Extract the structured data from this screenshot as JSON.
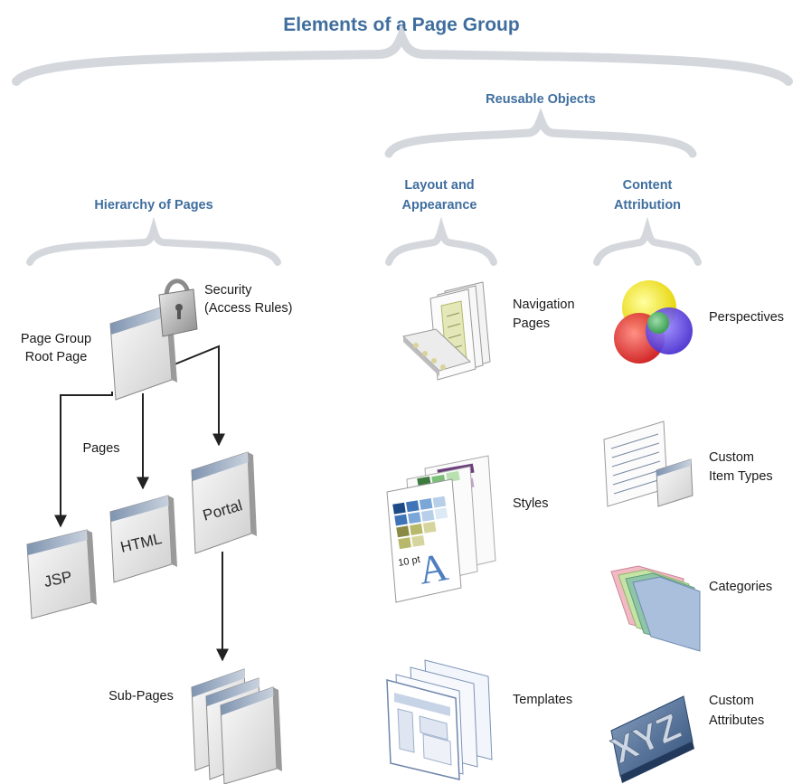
{
  "title": "Elements of a Page Group",
  "reusable_objects": "Reusable Objects",
  "hierarchy": {
    "heading": "Hierarchy of Pages",
    "security_line1": "Security",
    "security_line2": "(Access Rules)",
    "root_line1": "Page Group",
    "root_line2": "Root Page",
    "pages_label": "Pages",
    "jsp": "JSP",
    "html": "HTML",
    "portal": "Portal",
    "subpages_label": "Sub-Pages"
  },
  "layout": {
    "heading_line1": "Layout and",
    "heading_line2": "Appearance",
    "navigation_line1": "Navigation",
    "navigation_line2": "Pages",
    "styles": "Styles",
    "styles_icon_text1": "10 pt",
    "styles_icon_text2": "A",
    "templates": "Templates"
  },
  "content": {
    "heading_line1": "Content",
    "heading_line2": "Attribution",
    "perspectives": "Perspectives",
    "custom_item_line1": "Custom",
    "custom_item_line2": "Item Types",
    "categories": "Categories",
    "custom_attr_line1": "Custom",
    "custom_attr_line2": "Attributes",
    "xyz": "XYZ"
  },
  "colors": {
    "heading_blue": "#3f6e9e",
    "brace_gray": "#d4d8dd"
  },
  "icons": [
    "lock-icon",
    "page-icon",
    "navigation-pages-icon",
    "styles-icon",
    "templates-icon",
    "perspectives-icon",
    "custom-item-types-icon",
    "categories-icon",
    "custom-attributes-icon"
  ]
}
